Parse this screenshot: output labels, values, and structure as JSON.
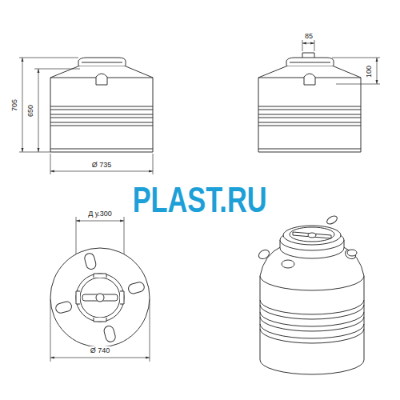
{
  "diagram": {
    "labels": [
      "705",
      "650",
      "Ø 735",
      "85",
      "100",
      "PLAST.RU",
      "Д у.300",
      "Ø 740"
    ]
  }
}
